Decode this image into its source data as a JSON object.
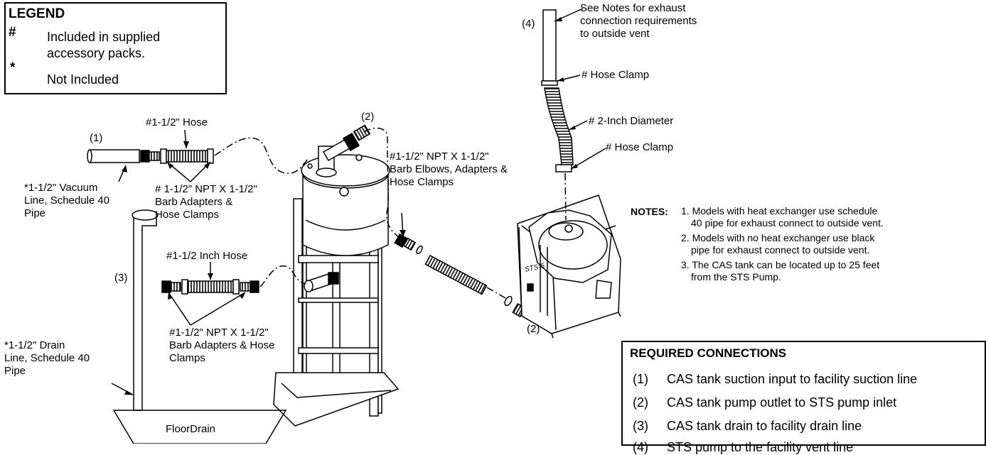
{
  "legend": {
    "title": "LEGEND",
    "items": [
      {
        "symbol": "#",
        "text_line1": "Included in supplied",
        "text_line2": "accessory packs."
      },
      {
        "symbol": "*",
        "text_line1": "Not Included",
        "text_line2": ""
      }
    ]
  },
  "labels": {
    "hose_top": "#1-1/2\" Hose",
    "num1": "(1)",
    "vacuum_line_1": "*1-1/2\"  Vacuum",
    "vacuum_line_2": "Line, Schedule 40",
    "vacuum_line_3": "Pipe",
    "barb_top_1": "# 1-1/2\" NPT X 1-1/2\"",
    "barb_top_2": "Barb Adapters &",
    "barb_top_3": "Hose Clamps",
    "num2_top": "(2)",
    "elbow_1": "#1-1/2\"  NPT X 1-1/2\"",
    "elbow_2": "Barb Elbows, Adapters &",
    "elbow_3": "Hose Clamps",
    "hose_inch": "#1-1/2 Inch Hose",
    "num3": "(3)",
    "drain_line_1": "*1-1/2\" Drain",
    "drain_line_2": "Line, Schedule 40",
    "drain_line_3": "Pipe",
    "barb_bottom_1": "#1-1/2\"  NPT X 1-1/2\"",
    "barb_bottom_2": "Barb Adapters & Hose",
    "barb_bottom_3": "Clamps",
    "floor_drain": "FloorDrain",
    "num2_bottom": "(2)",
    "num4": "(4)",
    "see_notes_1": "See Notes for exhaust",
    "see_notes_2": "connection requirements",
    "see_notes_3": "to outside vent",
    "hose_clamp_top": "# Hose Clamp",
    "diameter": "# 2-Inch Diameter",
    "hose_clamp_bottom": "# Hose Clamp",
    "pump_model": "STS-5"
  },
  "notes": {
    "title": "NOTES:",
    "items": [
      {
        "line1": "1. Models with heat exchanger use schedule",
        "line2": "40 pipe for exhaust connect to outside vent."
      },
      {
        "line1": "2. Models with no heat exchanger use black",
        "line2": "pipe for exhaust connect to outside vent."
      },
      {
        "line1": "3. The CAS tank can be located up to 25 feet",
        "line2": "from the STS Pump."
      }
    ]
  },
  "required_connections": {
    "title": "REQUIRED CONNECTIONS",
    "items": [
      {
        "num": "(1)",
        "text": "CAS tank suction input to facility suction line"
      },
      {
        "num": "(2)",
        "text": "CAS tank pump outlet to STS pump inlet"
      },
      {
        "num": "(3)",
        "text": "CAS tank drain to facility drain line"
      },
      {
        "num": "(4)",
        "text": "STS pump to the facility vent line"
      }
    ]
  }
}
